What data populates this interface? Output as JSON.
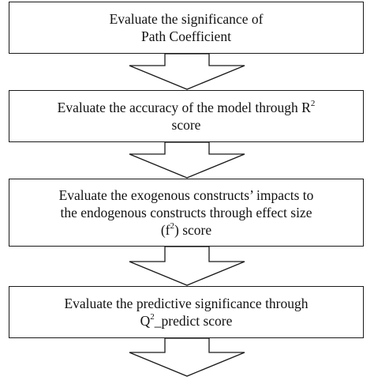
{
  "steps": [
    {
      "lines": [
        {
          "text": "Evaluate the significance  of"
        },
        {
          "text": "Path Coefficient"
        }
      ]
    },
    {
      "lines": [
        {
          "text": "Evaluate the accuracy of the model through R",
          "sup": "2"
        },
        {
          "text": "score"
        }
      ]
    },
    {
      "lines": [
        {
          "text": "Evaluate the exogenous constructs’ impacts to"
        },
        {
          "text": "the endogenous constructs through effect size"
        },
        {
          "pre": "(f",
          "sup": "2",
          "text": ") score"
        }
      ]
    },
    {
      "lines": [
        {
          "text": "Evaluate the predictive significance  through"
        },
        {
          "pre": "Q",
          "sup": "2",
          "text": "_predict score"
        }
      ]
    }
  ]
}
